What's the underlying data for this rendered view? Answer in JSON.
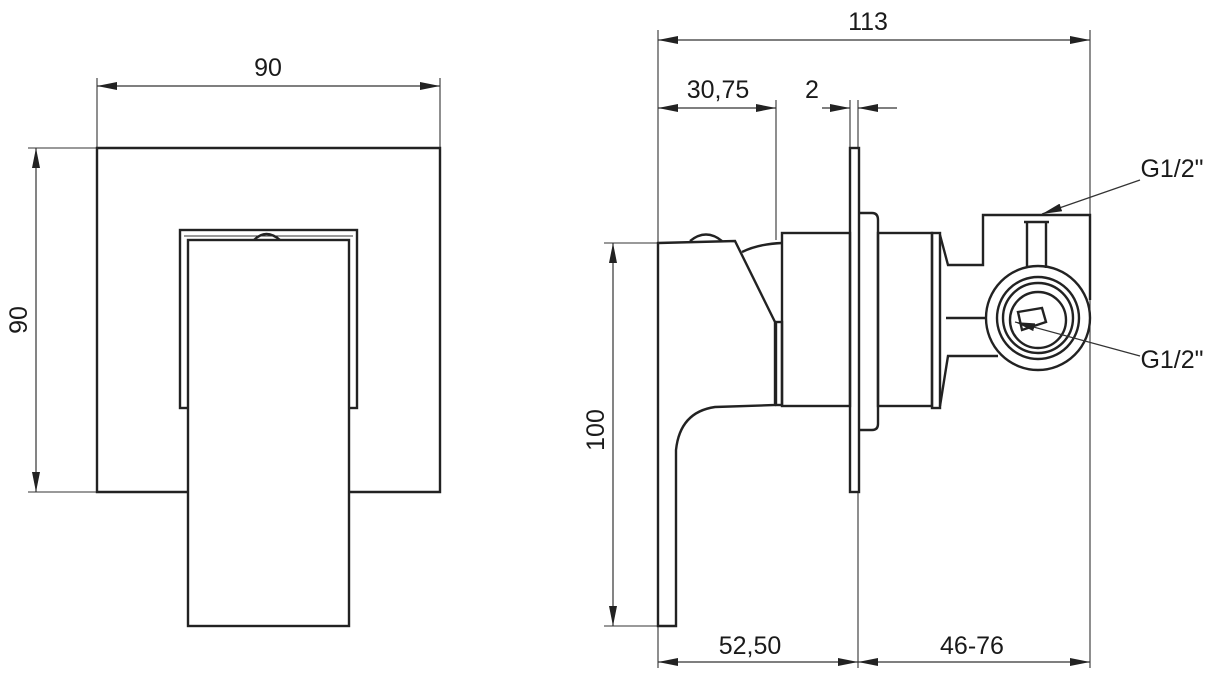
{
  "front_view": {
    "width_label": "90",
    "height_label": "90"
  },
  "side_view": {
    "total_depth_label": "113",
    "handle_offset_label": "30,75",
    "plate_thickness_label": "2",
    "handle_height_label": "100",
    "front_depth_label": "52,50",
    "wall_depth_label": "46-76",
    "thread_top_label": "G1/2\"",
    "thread_side_label": "G1/2\""
  },
  "colors": {
    "line": "#222222",
    "background": "#ffffff"
  }
}
